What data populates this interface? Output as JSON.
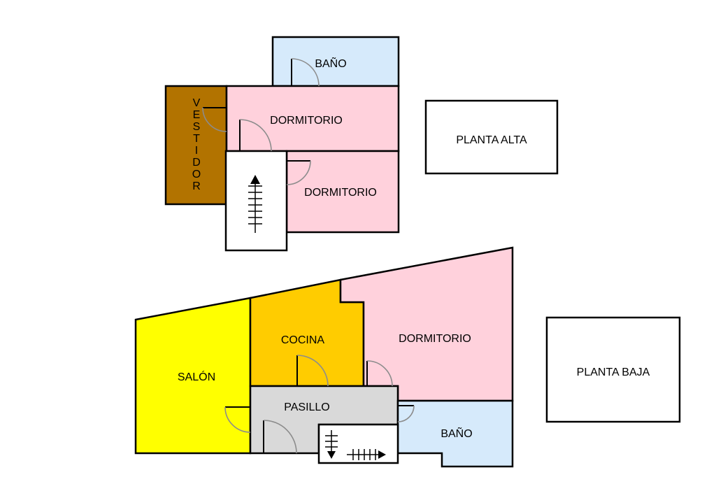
{
  "colors": {
    "bano": "#d6eafb",
    "dormitorio": "#ffd1dc",
    "vestidor": "#b27300",
    "salon": "#ffff00",
    "cocina": "#ffcc00",
    "pasillo": "#d9d9d9",
    "escalera": "#ffffff"
  },
  "planta_alta": {
    "legend": "PLANTA ALTA",
    "bano": "BAÑO",
    "dormitorio_1": "DORMITORIO",
    "dormitorio_2": "DORMITORIO",
    "vestidor_letters": [
      "V",
      "E",
      "S",
      "T",
      "I",
      "D",
      "O",
      "R"
    ]
  },
  "planta_baja": {
    "legend": "PLANTA BAJA",
    "salon": "SALÓN",
    "cocina": "COCINA",
    "dormitorio": "DORMITORIO",
    "pasillo": "PASILLO",
    "bano": "BAÑO"
  }
}
